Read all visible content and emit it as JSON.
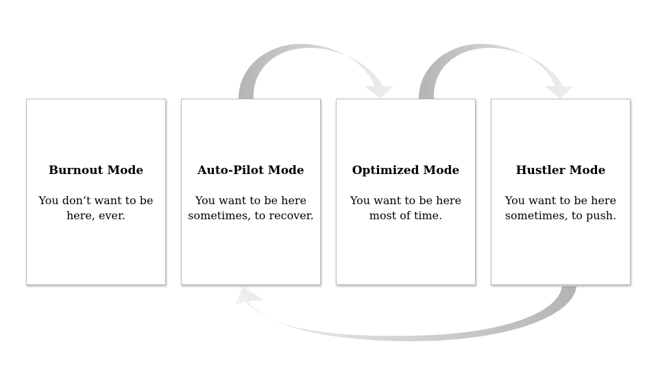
{
  "diagram": {
    "cards": [
      {
        "title": "Burnout Mode",
        "description": [
          "You don’t want to be",
          "here, ever."
        ]
      },
      {
        "title": "Auto-Pilot Mode",
        "description": [
          "You want to be here",
          "sometimes, to recover."
        ]
      },
      {
        "title": "Optimized Mode",
        "description": [
          "You want to be here",
          "most of time."
        ]
      },
      {
        "title": "Hustler Mode",
        "description": [
          "You want to be here",
          "sometimes, to push."
        ]
      }
    ],
    "colors": {
      "card_border": "#b9b9b9",
      "arrow_dark": "#b4b4b4",
      "arrow_light": "#f0f0f0"
    }
  }
}
